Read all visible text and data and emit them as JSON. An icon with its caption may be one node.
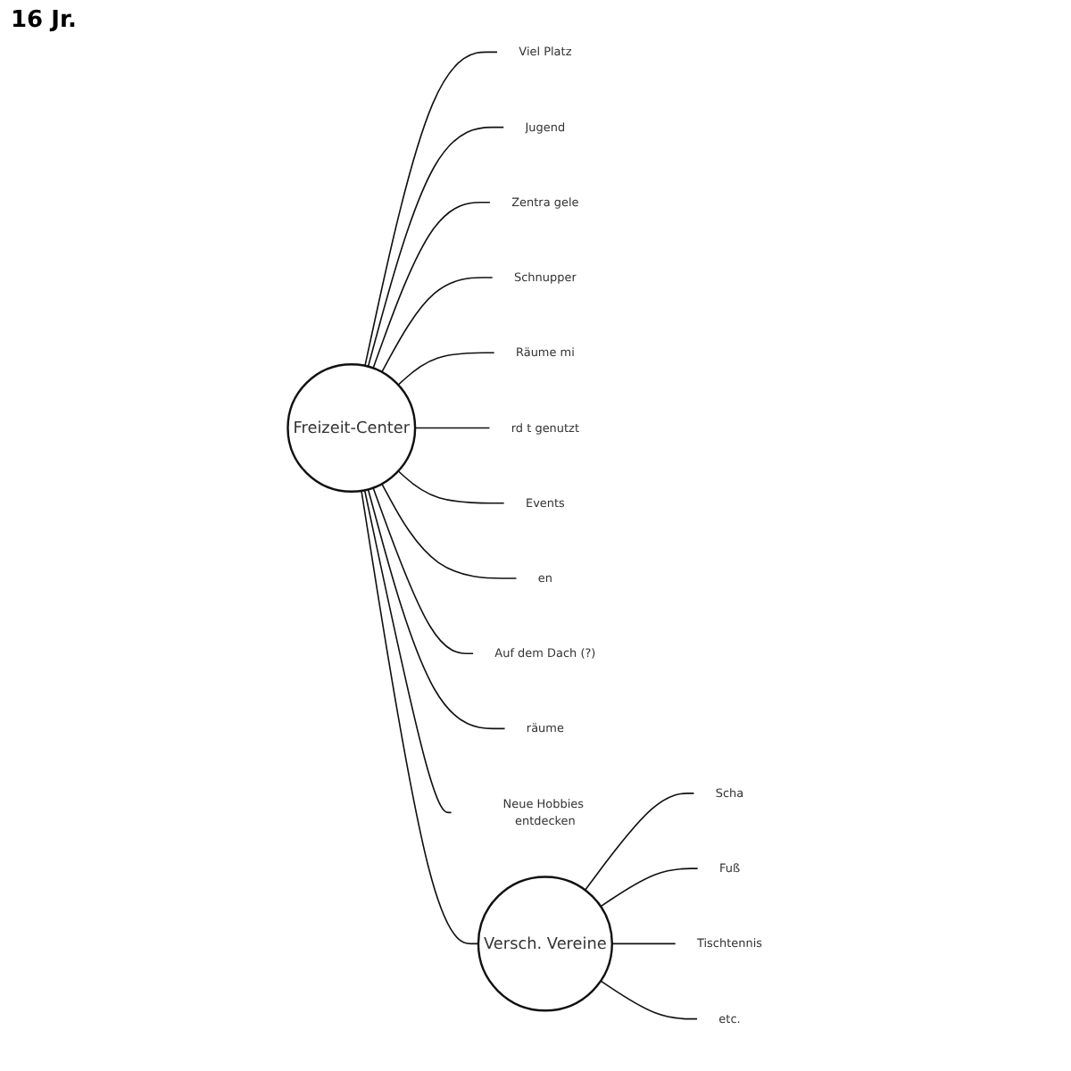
{
  "diagram": {
    "nodes": [
      {
        "text": [
          "Freizeit-Center"
        ]
      },
      {
        "text": [
          "Viel Platz"
        ]
      },
      {
        "text": [
          "Jugend"
        ]
      },
      {
        "text": [
          "Zentra gele"
        ]
      },
      {
        "text": [
          "Schnupper"
        ]
      },
      {
        "text": [
          "Räume mi"
        ]
      },
      {
        "text": [
          "rd t genutzt"
        ]
      },
      {
        "text": [
          "Events"
        ]
      },
      {
        "text": [
          "en"
        ]
      },
      {
        "text": [
          "Auf dem Dach (?)"
        ]
      },
      {
        "text": [
          "räume"
        ]
      },
      {
        "text": [
          "Neue Hobbies entdecken"
        ]
      },
      {
        "text": [
          "Versch. Vereine"
        ]
      },
      {
        "text": [
          "Scha"
        ]
      },
      {
        "text": [
          "Fuß"
        ]
      },
      {
        "text": [
          "Tischtennis"
        ]
      },
      {
        "text": [
          "etc."
        ]
      }
    ],
    "edges": [
      {
        "from": 0,
        "to": 1,
        "arrow": "none"
      },
      {
        "from": 0,
        "to": 2,
        "arrow": "none"
      },
      {
        "from": 0,
        "to": 3,
        "arrow": "none"
      },
      {
        "from": 0,
        "to": 4,
        "arrow": "none"
      },
      {
        "from": 0,
        "to": 5,
        "arrow": "none"
      },
      {
        "from": 0,
        "to": 6,
        "arrow": "none"
      },
      {
        "from": 0,
        "to": 7,
        "arrow": "none"
      },
      {
        "from": 0,
        "to": 8,
        "arrow": "none"
      },
      {
        "from": 0,
        "to": 9,
        "arrow": "none"
      },
      {
        "from": 0,
        "to": 10,
        "arrow": "none"
      },
      {
        "from": 0,
        "to": 11,
        "arrow": "none"
      },
      {
        "from": 0,
        "to": 12,
        "arrow": "none"
      },
      {
        "from": 12,
        "to": 13,
        "arrow": "none"
      },
      {
        "from": 12,
        "to": 14,
        "arrow": "none"
      },
      {
        "from": 12,
        "to": 15,
        "arrow": "none"
      },
      {
        "from": 12,
        "to": 16,
        "arrow": "none"
      }
    ],
    "labels": [
      "16 Jr."
    ]
  }
}
